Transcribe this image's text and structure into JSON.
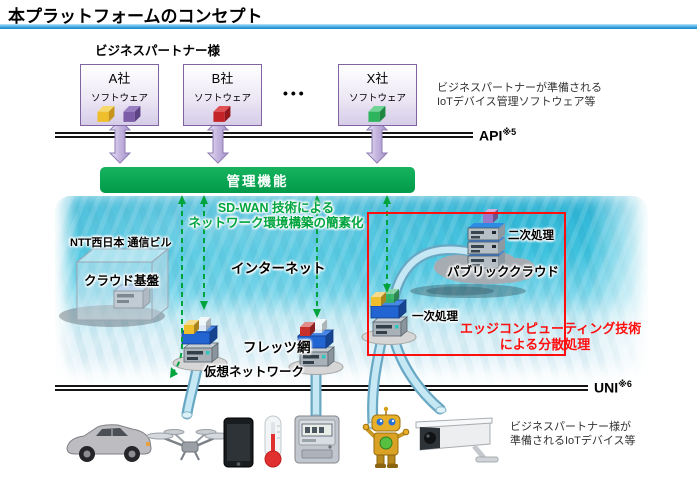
{
  "title": "本プラットフォームのコンセプト",
  "partners": {
    "heading": "ビジネスパートナー様",
    "companies": [
      {
        "name": "A社",
        "software_label": "ソフトウェア"
      },
      {
        "name": "B社",
        "software_label": "ソフトウェア"
      },
      {
        "name": "X社",
        "software_label": "ソフトウェア"
      }
    ],
    "ellipsis": "•••",
    "note_line1": "ビジネスパートナーが準備される",
    "note_line2": "IoTデバイス管理ソフトウェア等"
  },
  "api": {
    "label": "API",
    "sup": "※5"
  },
  "management": {
    "label": "管理機能"
  },
  "sdwan": {
    "line1": "SD-WAN 技術による",
    "line2": "ネットワーク環境構築の簡素化"
  },
  "ntt": {
    "building_label": "NTT西日本 通信ビル",
    "cloud_base_label": "クラウド基盤"
  },
  "network": {
    "internet": "インターネット",
    "flets": "フレッツ網",
    "virtual": "仮想ネットワーク"
  },
  "cloud": {
    "public_label": "パブリッククラウド",
    "secondary_label": "二次処理",
    "primary_label": "一次処理"
  },
  "edge": {
    "note_line1": "エッジコンピューティング技術",
    "note_line2": "による分散処理"
  },
  "uni": {
    "label": "UNI",
    "sup": "※6"
  },
  "devices": {
    "note_line1": "ビジネスパートナー様が",
    "note_line2": "準備されるIoTデバイス等",
    "icons": [
      "car-icon",
      "drone-icon",
      "smartphone-icon",
      "thermometer-icon",
      "smart-meter-icon",
      "robot-icon",
      "security-camera-icon"
    ]
  },
  "colors": {
    "accent_green": "#00A551",
    "sdwan_text_green": "#00A53F",
    "alert_red": "#FF0E0E",
    "underline_blue": "#1687C9",
    "partner_purple_border": "#8064A2",
    "water_top": "#2DB2D4",
    "edge_device_blue": "#2264D2",
    "cube_yellow": "#EFBE2C",
    "cube_purple": "#7C5DA8",
    "cube_red": "#C8302E",
    "cube_green": "#2FB45E"
  }
}
